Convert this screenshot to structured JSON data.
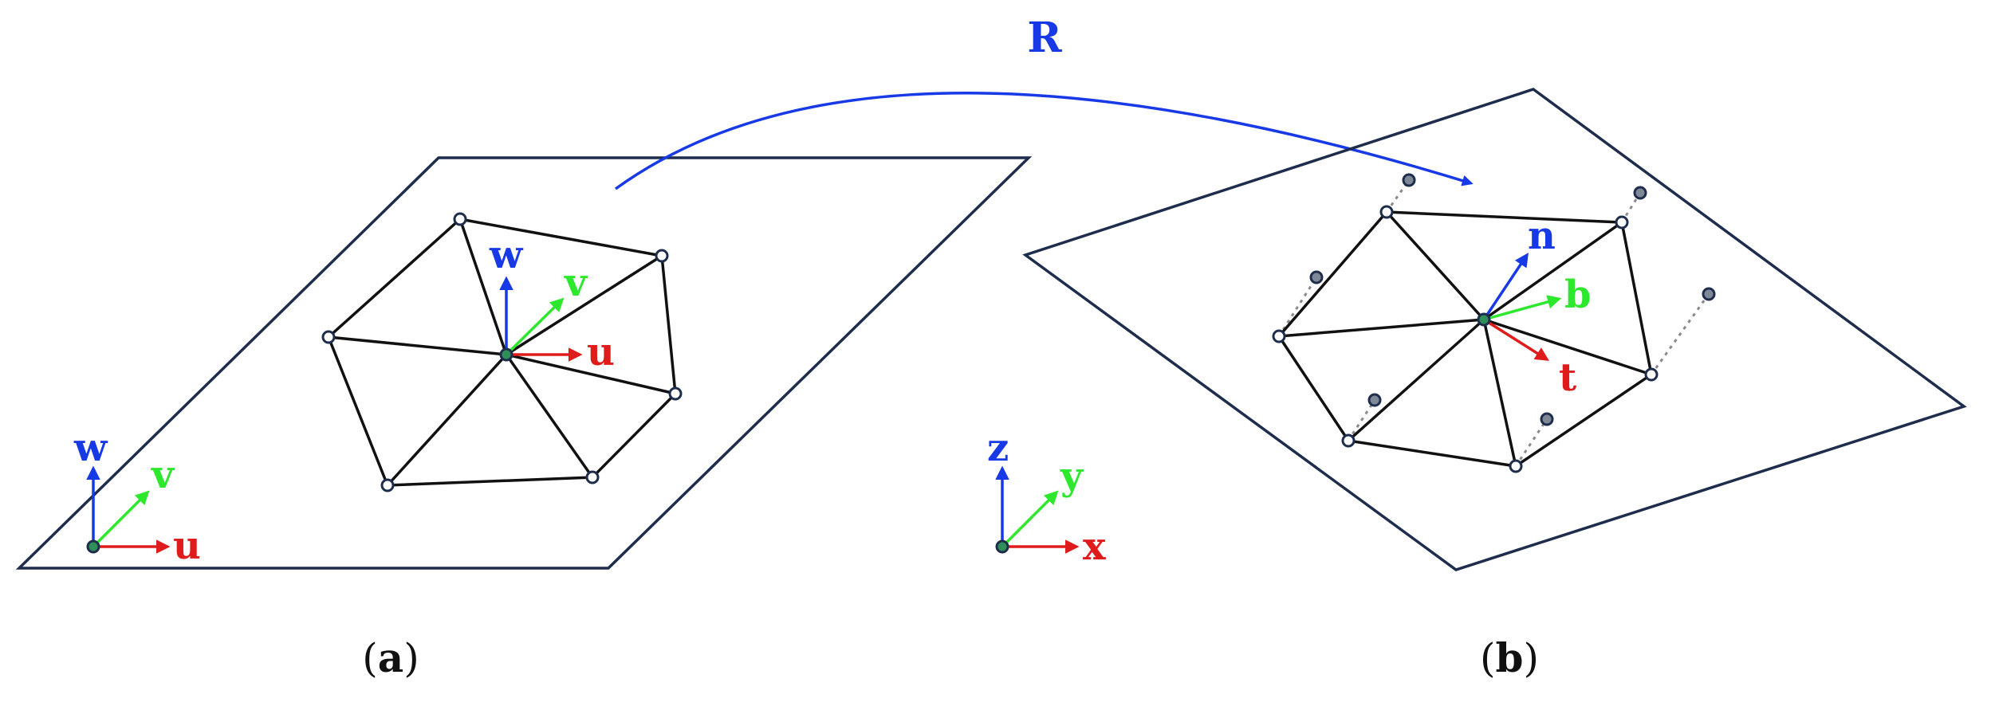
{
  "colors": {
    "plane": "#1f2d4d",
    "edge": "#111111",
    "u_axis": "#e01b1b",
    "v_axis": "#2ee82e",
    "w_axis": "#1739e6",
    "rotation": "#1739e6",
    "center_node": "#2f8f5a",
    "offset_node": "#7f8896",
    "dotted": "#8a8a8a"
  },
  "rotation_label": "R",
  "panel_a": {
    "caption_open": "(",
    "caption_letter": "a",
    "caption_close": ")",
    "origin_frame": {
      "u": "u",
      "v": "v",
      "w": "w"
    },
    "local_frame": {
      "u": "u",
      "v": "v",
      "w": "w"
    }
  },
  "panel_b": {
    "caption_open": "(",
    "caption_letter": "b",
    "caption_close": ")",
    "local_frame": {
      "t": "t",
      "b": "b",
      "n": "n"
    }
  },
  "world_frame": {
    "x": "x",
    "y": "y",
    "z": "z"
  }
}
